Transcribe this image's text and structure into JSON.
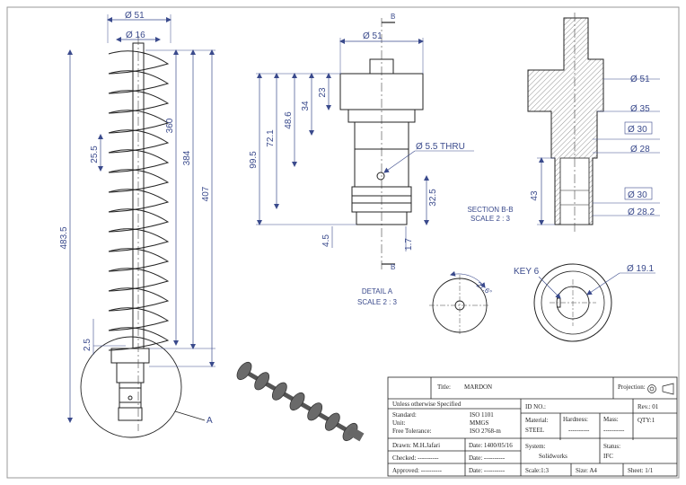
{
  "main_view": {
    "dims": {
      "d51": "Ø 51",
      "d16": "Ø 16",
      "pitch": "25.5",
      "l360": "360",
      "l384": "384",
      "l407": "407",
      "l4835": "483.5",
      "l25": "2.5"
    },
    "detail_label": "A"
  },
  "detail_view": {
    "section_marker": "B",
    "dims": {
      "d51": "Ø 51",
      "l23": "23",
      "l34": "34",
      "l486": "48.6",
      "l721": "72.1",
      "l995": "99.5",
      "hole": "Ø 5.5 THRU",
      "l325": "32.5",
      "l45": "4.5",
      "l17": "1.7"
    },
    "caption": [
      "DETAIL A",
      "SCALE 2 : 3"
    ]
  },
  "section_view": {
    "dims": [
      "Ø 51",
      "Ø 35",
      "Ø 30",
      "Ø 28",
      "Ø 30",
      "Ø 28.2"
    ],
    "length": "43",
    "caption": [
      "SECTION B-B",
      "SCALE 2 : 3"
    ]
  },
  "small_view": {
    "angle": "27.6°"
  },
  "end_view": {
    "key_label": "KEY 6",
    "diameter": "Ø 19.1"
  },
  "title_block": {
    "title_label": "Title:",
    "title_value": "MARDON",
    "projection_label": "Projection:",
    "unless": "Unless otherwise Specified",
    "id_label": "ID NO.:",
    "rev": "Rev.: 01",
    "standard_label": "Standard:",
    "standard_value": "ISO 1101",
    "unit_label": "Unit:",
    "unit_value": "MMGS",
    "tolerance_label": "Free Tolerance:",
    "tolerance_value": "ISO 2768-m",
    "material_label": "Material:",
    "material_value": "STEEL",
    "hardness_label": "Hardness:",
    "hardness_value": "----------",
    "mass_label": "Mass:",
    "mass_value": "----------",
    "qty": "QTY:1",
    "drawn": "Drawn: M.H.Jafari",
    "drawn_date": "Date: 1400/05/16",
    "system_label": "System:",
    "system_value": "Solidworks",
    "status_label": "Status:",
    "status_value": "IFC",
    "checked": "Checked: ----------",
    "checked_date": "Date: ----------",
    "approved": "Approved: ----------",
    "approved_date": "Date: ----------",
    "scale": "Scale:1:3",
    "size": "Size: A4",
    "sheet": "Sheet: 1/1"
  },
  "colors": {
    "line": "#222222",
    "dimension": "#3a4a8c",
    "hatch": "#555555"
  }
}
